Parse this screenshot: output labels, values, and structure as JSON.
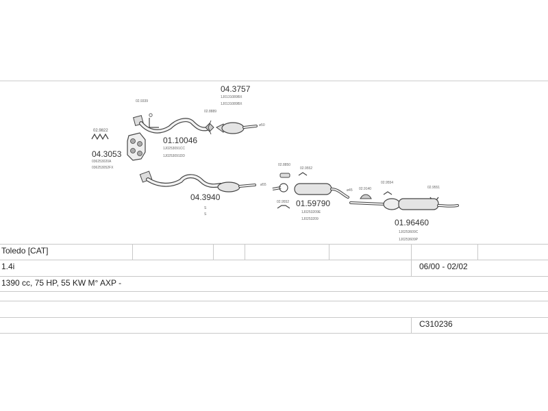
{
  "diagram": {
    "parts": {
      "clamp_02_9822": "02.9822",
      "manifold_04_3053": "04.3053",
      "manifold_oem_1": "036253020A",
      "manifold_oem_2": "036253052FX",
      "clamp_02_9339": "02.9339",
      "front_pipe_01_10046": "01.10046",
      "front_pipe_oem_1": "1J0253091CC",
      "front_pipe_oem_2": "1J0253091DD",
      "catalyst_04_3757": "04.3757",
      "catalyst_oem_1": "1J0131089BX",
      "catalyst_oem_2": "1J0131089BX",
      "clamp_02_8889": "02.8889",
      "dia_50": "ø50",
      "catalyst_04_3940": "04.3940",
      "catalyst_note_1": "S",
      "catalyst_note_2": "S",
      "dia_55": "ø55",
      "hanger_02_8850": "02.8850",
      "hanger_02_9552_a": "02.9552",
      "hanger_02_9552_b": "02.9552",
      "middle_box_01_59790": "01.59790",
      "middle_box_oem_1": "1J0253209E",
      "middle_box_oem_2": "1J0253209",
      "dia_45": "ø45",
      "clamp_02_9140": "02.9140",
      "hanger_02_9554": "02.9554",
      "hanger_02_9551": "02.9551",
      "rear_box_01_96460": "01.96460",
      "rear_box_oem_1": "1J0253609C",
      "rear_box_oem_2": "1J0253609P"
    }
  },
  "vehicle": {
    "model": "Toledo  [CAT]",
    "engine": "1.4i",
    "period": "06/00 - 02/02",
    "specs": "1390 cc, 75 HP, 55 KW M° AXP -",
    "code": "C310236"
  }
}
